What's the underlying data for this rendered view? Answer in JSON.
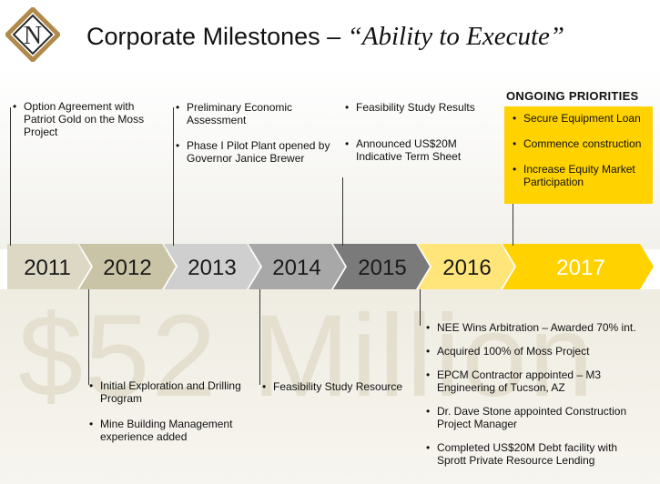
{
  "header": {
    "title": "Corporate Milestones –",
    "subtitle": "“Ability to Execute”",
    "logo_letter": "N"
  },
  "watermark": "$52 Million",
  "timeline": {
    "years": [
      {
        "label": "2011",
        "color": "#dcd8c4"
      },
      {
        "label": "2012",
        "color": "#c9c4a6"
      },
      {
        "label": "2013",
        "color": "#cfcfcf"
      },
      {
        "label": "2014",
        "color": "#a8a8a8"
      },
      {
        "label": "2015",
        "color": "#7a7a7a"
      },
      {
        "label": "2016",
        "color": "#ffe57a"
      },
      {
        "label": "2017",
        "color": "#ffd200"
      }
    ]
  },
  "milestones": {
    "m2011": [
      "Option Agreement with Patriot Gold on the Moss Project"
    ],
    "m2013": [
      "Preliminary Economic Assessment",
      "Phase I Pilot Plant opened by Governor Janice Brewer"
    ],
    "m2015": [
      "Feasibility Study Results",
      "Announced US$20M Indicative Term Sheet"
    ],
    "m2012": [
      "Initial Exploration and Drilling Program",
      "Mine Building Management experience added"
    ],
    "m2014": [
      "Feasibility Study Resource"
    ],
    "m2016": [
      "NEE Wins Arbitration – Awarded 70% int.",
      "Acquired 100% of Moss Project",
      "EPCM Contractor appointed – M3 Engineering of Tucson, AZ",
      "Dr. Dave Stone appointed Construction Project Manager",
      "Completed US$20M Debt facility with Sprott Private Resource Lending"
    ]
  },
  "priorities": {
    "title": "ONGOING PRIORITIES",
    "items": [
      "Secure Equipment Loan",
      "Commence construction",
      "Increase Equity Market Participation"
    ]
  },
  "colors": {
    "accent": "#ffd200",
    "logo_gold": "#b08a4a",
    "logo_dark": "#2a2a2a"
  }
}
